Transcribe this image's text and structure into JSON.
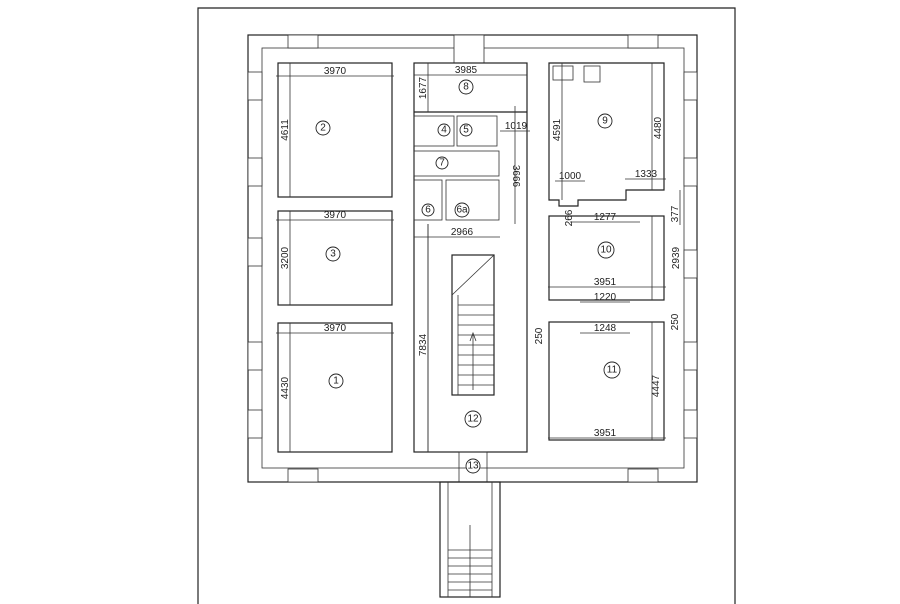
{
  "rooms": {
    "r1": "1",
    "r2": "2",
    "r3": "3",
    "r4": "4",
    "r5": "5",
    "r6": "6",
    "r6a": "6a",
    "r7": "7",
    "r8": "8",
    "r9": "9",
    "r10": "10",
    "r11": "11",
    "r12": "12",
    "r13": "13"
  },
  "dims": {
    "r2_w": "3970",
    "r2_h": "4611",
    "r3_w": "3970",
    "r3_h": "3200",
    "r1_w": "3970",
    "r1_h": "4430",
    "r8_w": "3985",
    "r8_h": "1677",
    "d1019": "1019",
    "d3666": "3666",
    "d2966": "2966",
    "d7834": "7834",
    "r9_h1": "4591",
    "r9_h2": "4480",
    "d1000": "1000",
    "d1333": "1333",
    "d266": "266",
    "d1277": "1277",
    "d377": "377",
    "r10_h": "2939",
    "r10_w": "3951",
    "d1220": "1220",
    "d1248": "1248",
    "d250a": "250",
    "d250b": "250",
    "r11_h": "4447",
    "r11_w": "3951"
  }
}
